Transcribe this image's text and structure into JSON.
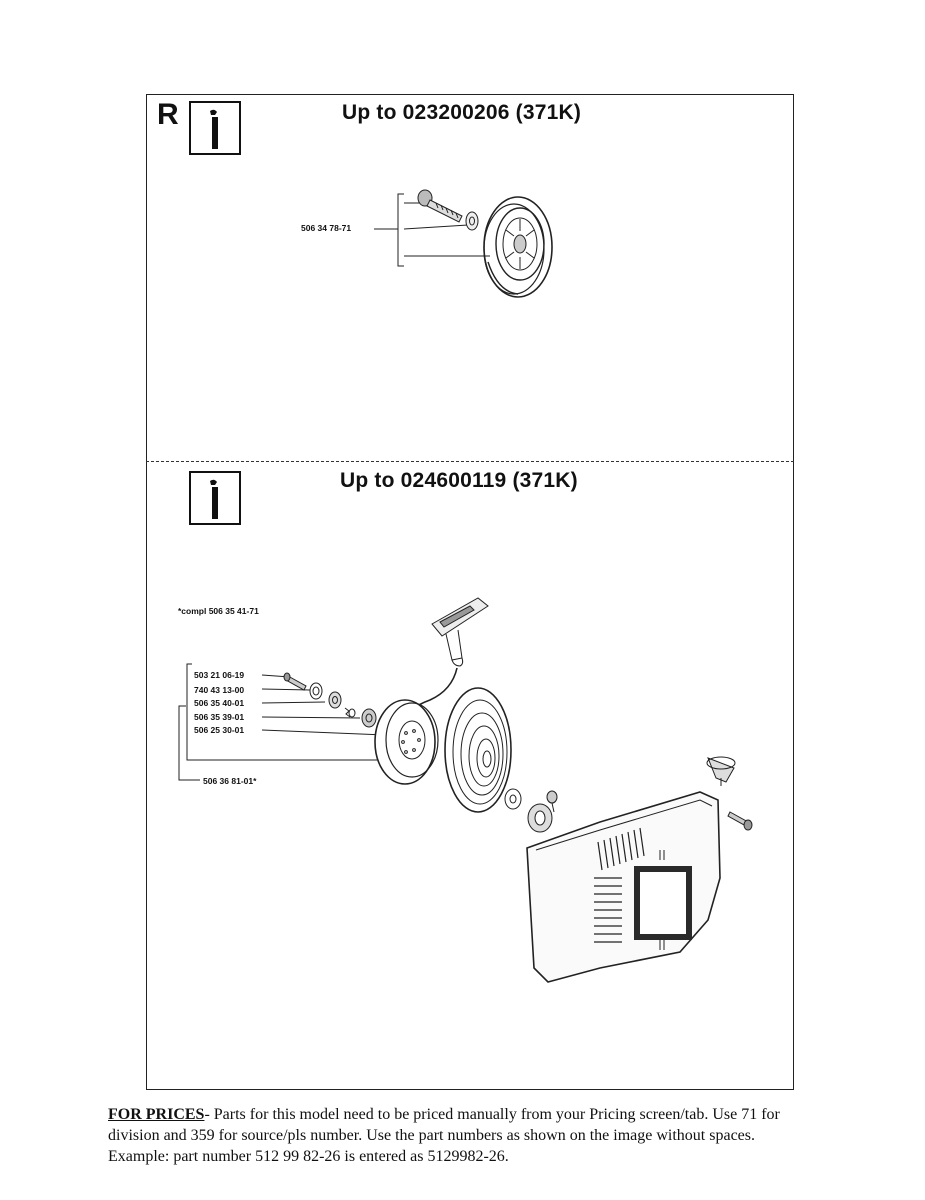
{
  "section_top": {
    "letter": "R",
    "icon": "wrench-info-icon",
    "title": "Up to 023200206 (371K)",
    "parts": [
      "506 34 78-71"
    ]
  },
  "section_bottom": {
    "icon": "wrench-info-icon",
    "title": "Up to 024600119 (371K)",
    "compl_note": "*compl 506 35 41-71",
    "parts": [
      "503 21 06-19",
      "740 43 13-00",
      "506 35 40-01",
      "506 35 39-01",
      "506 25 30-01",
      "506 36 81-01*"
    ]
  },
  "footer": {
    "lead": "FOR PRICES",
    "text": "- Parts for this model need to be priced manually from your Pricing screen/tab. Use 71 for division and 359 for source/pls number.  Use the part numbers as shown on the image without spaces.  Example: part number 512 99 82-26 is entered as 5129982-26."
  }
}
